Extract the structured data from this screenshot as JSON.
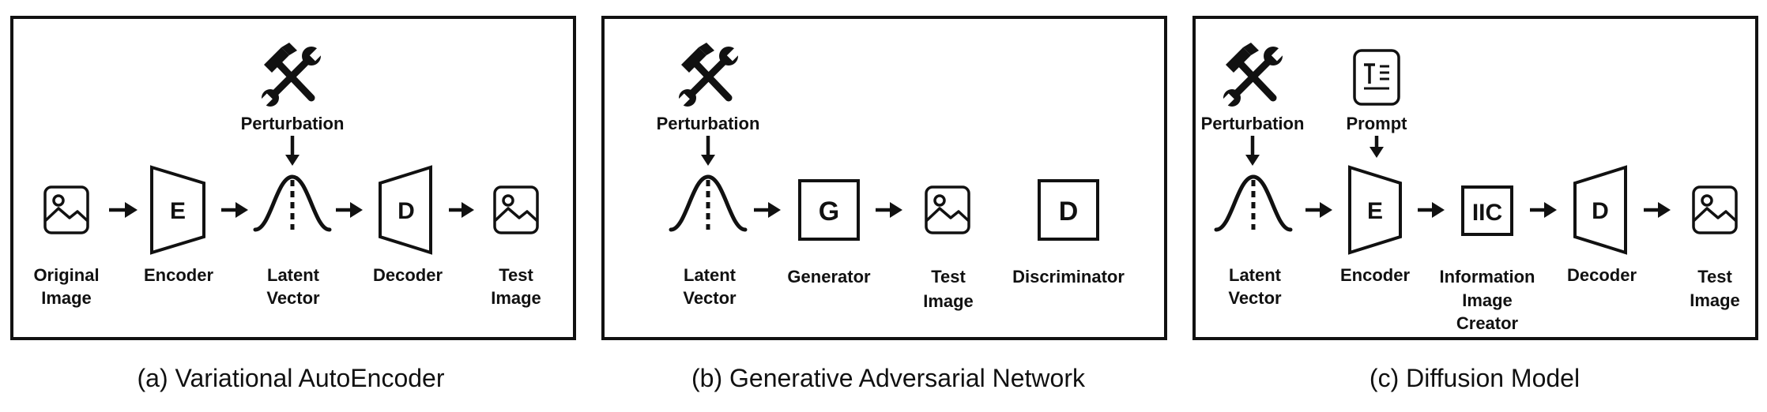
{
  "panels": {
    "vae": {
      "caption": "(a) Variational AutoEncoder",
      "perturbation": "Perturbation",
      "original_image": [
        "Original",
        "Image"
      ],
      "encoder_letter": "E",
      "encoder": "Encoder",
      "latent_vector": [
        "Latent",
        "Vector"
      ],
      "decoder_letter": "D",
      "decoder": "Decoder",
      "test_image": [
        "Test",
        "Image"
      ]
    },
    "gan": {
      "caption": "(b) Generative Adversarial Network",
      "perturbation": "Perturbation",
      "latent_vector": [
        "Latent",
        "Vector"
      ],
      "generator_letter": "G",
      "generator": "Generator",
      "test_image": [
        "Test",
        "Image"
      ],
      "discriminator_letter": "D",
      "discriminator": "Discriminator"
    },
    "diffusion": {
      "caption": "(c) Diffusion Model",
      "perturbation": "Perturbation",
      "prompt": "Prompt",
      "latent_vector": [
        "Latent",
        "Vector"
      ],
      "encoder_letter": "E",
      "encoder": "Encoder",
      "iic_letters": "IIC",
      "iic": [
        "Information",
        "Image",
        "Creator"
      ],
      "decoder_letter": "D",
      "decoder": "Decoder",
      "test_image": [
        "Test",
        "Image"
      ]
    }
  },
  "icons": {
    "tools": "hammer-wrench-icon",
    "image": "image-icon",
    "document": "text-document-icon",
    "gaussian": "gaussian-curve-icon"
  }
}
